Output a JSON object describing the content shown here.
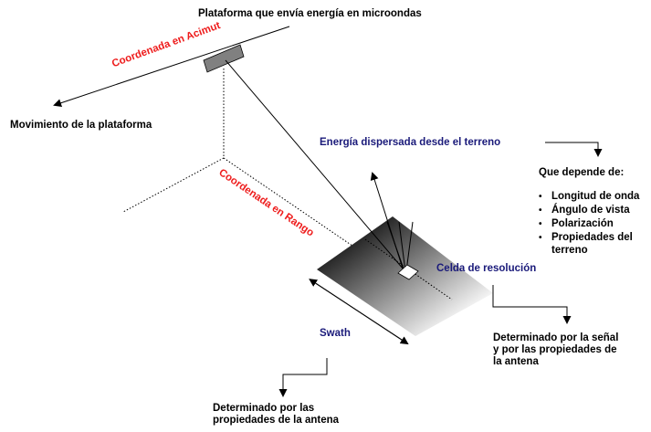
{
  "title": "Plataforma que envía energía en microondas",
  "platform_motion": "Movimiento de la plataforma",
  "azimuth_label": "Coordenada en Acimut",
  "range_label": "Coordenada en Rango",
  "scattered_energy": "Energía dispersada desde el terreno",
  "depends_on": "Que depende de:",
  "factors": [
    "Longitud de onda",
    "Ángulo de vista",
    "Polarización",
    "Propiedades del",
    "terreno"
  ],
  "resolution_cell": "Celda de resolución",
  "cell_determined_by": [
    "Determinado por la señal",
    "y por las propiedades de",
    "la antena"
  ],
  "swath": "Swath",
  "swath_determined_by": [
    "Determinado por las",
    "propiedades de la antena"
  ],
  "colors": {
    "navy_text": "#1a1a7a",
    "red_text": "#ee1c1c",
    "platform": "#808080"
  }
}
